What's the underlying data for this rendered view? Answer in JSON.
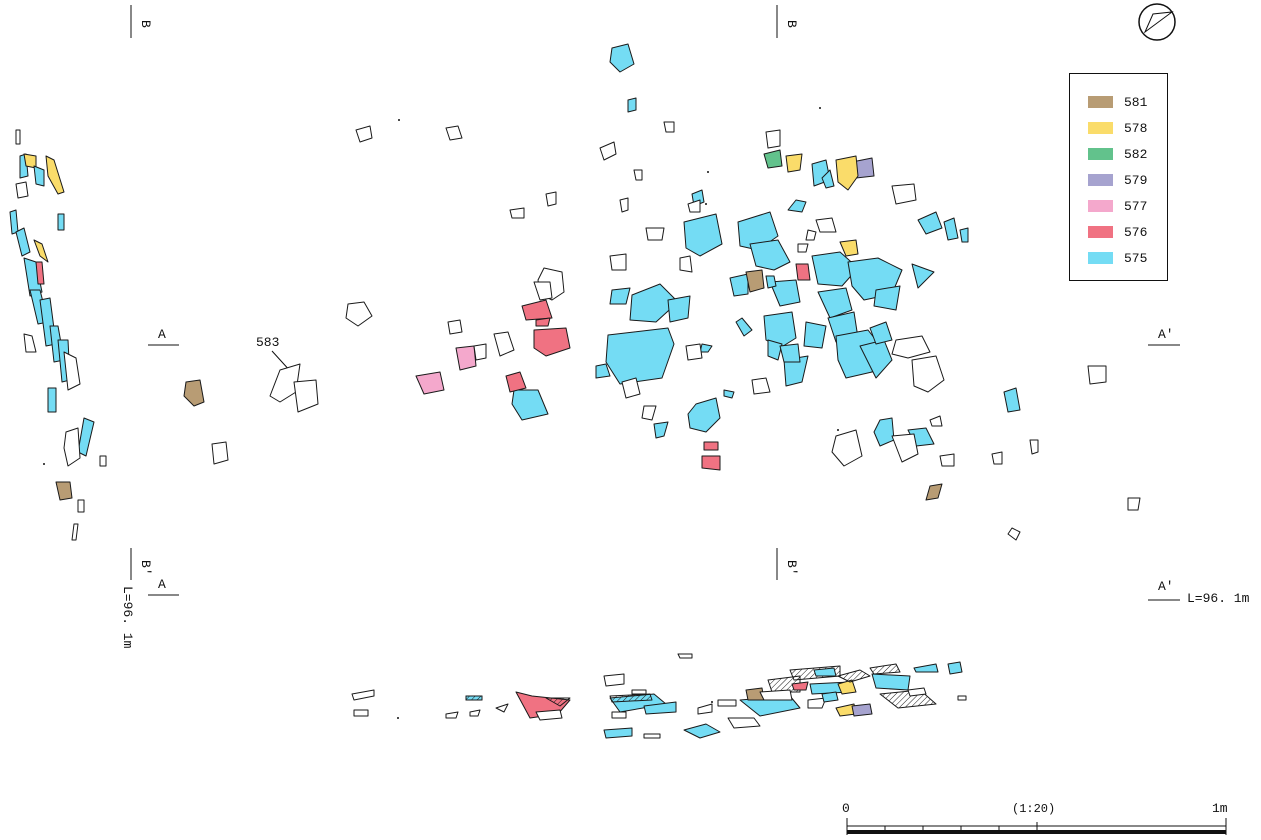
{
  "figure": {
    "section_markers": {
      "b_top_left": "B",
      "b_top_right": "B",
      "b_bottom_left": "B'",
      "b_bottom_right": "B'",
      "a_left": "A",
      "a_right": "A'",
      "a_profile_left": "A",
      "a_profile_right": "A'"
    },
    "elevation_right": "L=96. 1m",
    "elevation_left_vertical": "L=96. 1m",
    "item_label": "583"
  },
  "legend": {
    "items": [
      {
        "label": "581",
        "color": "#b89c74"
      },
      {
        "label": "578",
        "color": "#fadc6a"
      },
      {
        "label": "582",
        "color": "#62c28c"
      },
      {
        "label": "579",
        "color": "#a6a3cf"
      },
      {
        "label": "577",
        "color": "#f4a8cc"
      },
      {
        "label": "576",
        "color": "#f07282"
      },
      {
        "label": "575",
        "color": "#74dcf4"
      }
    ]
  },
  "scale_bar": {
    "start_label": "0",
    "ratio_label": "(1:20)",
    "end_label": "1m"
  },
  "north_arrow": {
    "icon": "north-arrow-icon"
  }
}
